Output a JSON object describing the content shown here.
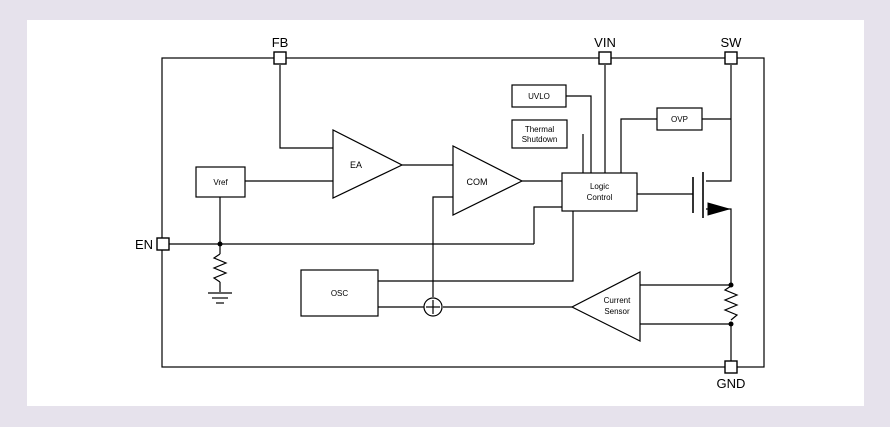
{
  "pins": {
    "fb": "FB",
    "vin": "VIN",
    "sw": "SW",
    "en": "EN",
    "gnd": "GND"
  },
  "blocks": {
    "uvlo": "UVLO",
    "thermal_line1": "Thermal",
    "thermal_line2": "Shutdown",
    "ovp": "OVP",
    "vref": "Vref",
    "ea": "EA",
    "com": "COM",
    "logic_line1": "Logic",
    "logic_line2": "Control",
    "osc": "OSC",
    "current_line1": "Current",
    "current_line2": "Sensor"
  }
}
